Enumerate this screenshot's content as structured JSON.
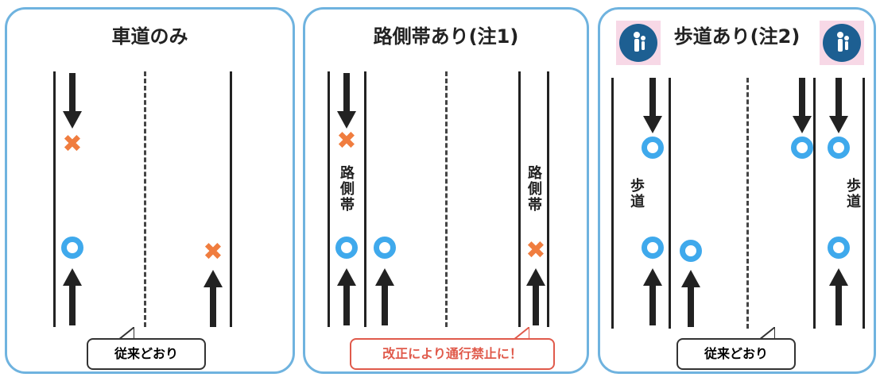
{
  "panels": [
    {
      "title": "車道のみ",
      "callout": "従来どおり"
    },
    {
      "title": "路側帯あり(注1)",
      "callout": "改正により通行禁止に！",
      "roadside_label": "路側帯"
    },
    {
      "title": "歩道あり(注2)",
      "callout": "従来どおり",
      "sidewalk_label": "歩道"
    }
  ],
  "colors": {
    "panel_border": "#6fb3df",
    "allowed_marker": "#3fa9ec",
    "prohibited_marker": "#f07d3f",
    "warning_text": "#e05a4b",
    "pedestrian_icon": "#1d5f92"
  },
  "icons": {
    "allowed": "ring-icon",
    "prohibited": "x-mark-icon",
    "direction": "arrow-icon",
    "pedestrian": "pedestrian-sign-icon"
  }
}
